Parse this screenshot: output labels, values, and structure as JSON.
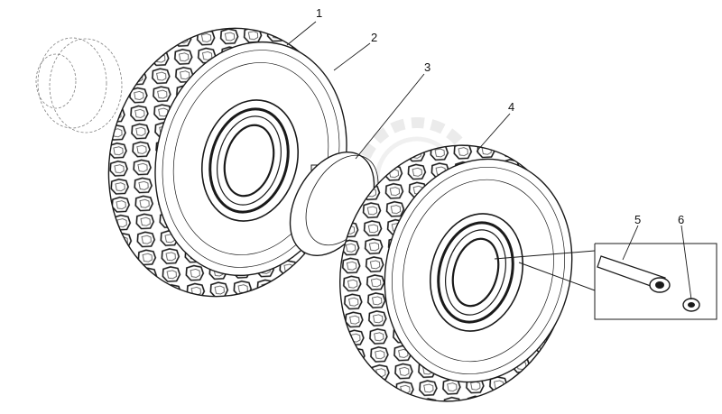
{
  "diagram": {
    "parts": [
      {
        "id": "1",
        "label": "1"
      },
      {
        "id": "2",
        "label": "2"
      },
      {
        "id": "3",
        "label": "3"
      },
      {
        "id": "4",
        "label": "4"
      },
      {
        "id": "5",
        "label": "5"
      },
      {
        "id": "6",
        "label": "6"
      }
    ]
  },
  "colors": {
    "ink": "#1a1a1a",
    "watermark": "#d8d8d8",
    "background": "#ffffff"
  }
}
